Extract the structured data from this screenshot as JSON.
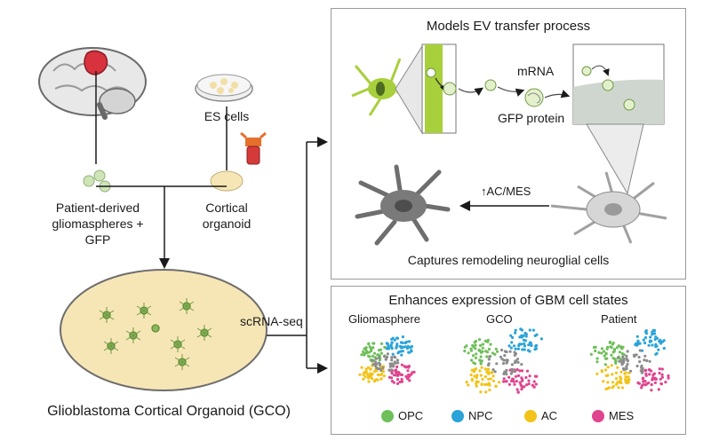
{
  "left": {
    "es_cells": "ES cells",
    "patient_line1": "Patient-derived",
    "patient_line2": "gliomaspheres +",
    "patient_line3": "GFP",
    "cortical_line1": "Cortical",
    "cortical_line2": "organoid",
    "gco_label": "Glioblastoma Cortical Organoid (GCO)"
  },
  "connector": {
    "scrna": "scRNA-seq"
  },
  "top_panel": {
    "title": "Models EV transfer process",
    "mrna": "mRNA",
    "gfp_protein": "GFP protein",
    "ac_mes": "↑AC/MES",
    "caption": "Captures remodeling neuroglial cells"
  },
  "bottom_panel": {
    "title": "Enhances expression of GBM cell states",
    "plots": [
      "Gliomasphere",
      "GCO",
      "Patient"
    ],
    "legend": [
      {
        "label": "OPC",
        "color": "#6fbf5a"
      },
      {
        "label": "NPC",
        "color": "#2aa3d8"
      },
      {
        "label": "AC",
        "color": "#f2c318"
      },
      {
        "label": "MES",
        "color": "#e0448f"
      }
    ]
  },
  "colors": {
    "gfp_green": "#a8cf3c",
    "organoid_fill": "#f7e6b5",
    "grey_cluster": "#8c8c8c"
  }
}
